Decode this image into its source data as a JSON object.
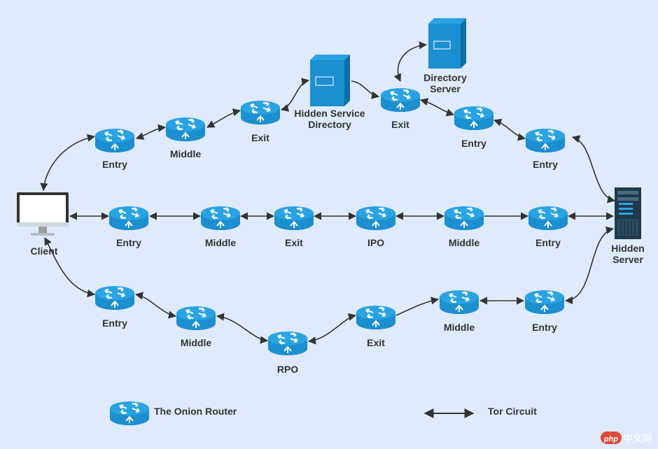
{
  "colors": {
    "background": "#dfeafc",
    "router": "#1b8fd0",
    "router_dark": "#0e6ea3",
    "router_top": "#2aa3e3",
    "server": "#1b8fd0",
    "hidden_server": "#1f3a4d",
    "line": "#333333"
  },
  "icons": {
    "router": "router-icon",
    "server": "server-icon",
    "client": "monitor-icon",
    "hidden_server": "server-rack-icon"
  },
  "client": {
    "label": "Client"
  },
  "hidden_server": {
    "label_line1": "Hidden",
    "label_line2": "Server"
  },
  "top_path": {
    "entry": "Entry",
    "middle": "Middle",
    "exit": "Exit",
    "hsd_line1": "Hidden Service",
    "hsd_line2": "Directory",
    "exit2": "Exit",
    "ds_line1": "Directory",
    "ds_line2": "Server",
    "entry_right1": "Entry",
    "entry_right2": "Entry"
  },
  "middle_path": {
    "entry1": "Entry",
    "middle1": "Middle",
    "exit": "Exit",
    "ipo": "IPO",
    "middle2": "Middle",
    "entry2": "Entry"
  },
  "bottom_path": {
    "entry": "Entry",
    "middle": "Middle",
    "rpo": "RPO",
    "exit": "Exit",
    "middle2": "Middle",
    "entry2": "Entry"
  },
  "legend": {
    "router_label": "The Onion Router",
    "circuit_label": "Tor Circuit"
  },
  "watermark": {
    "text": "php中文网"
  }
}
